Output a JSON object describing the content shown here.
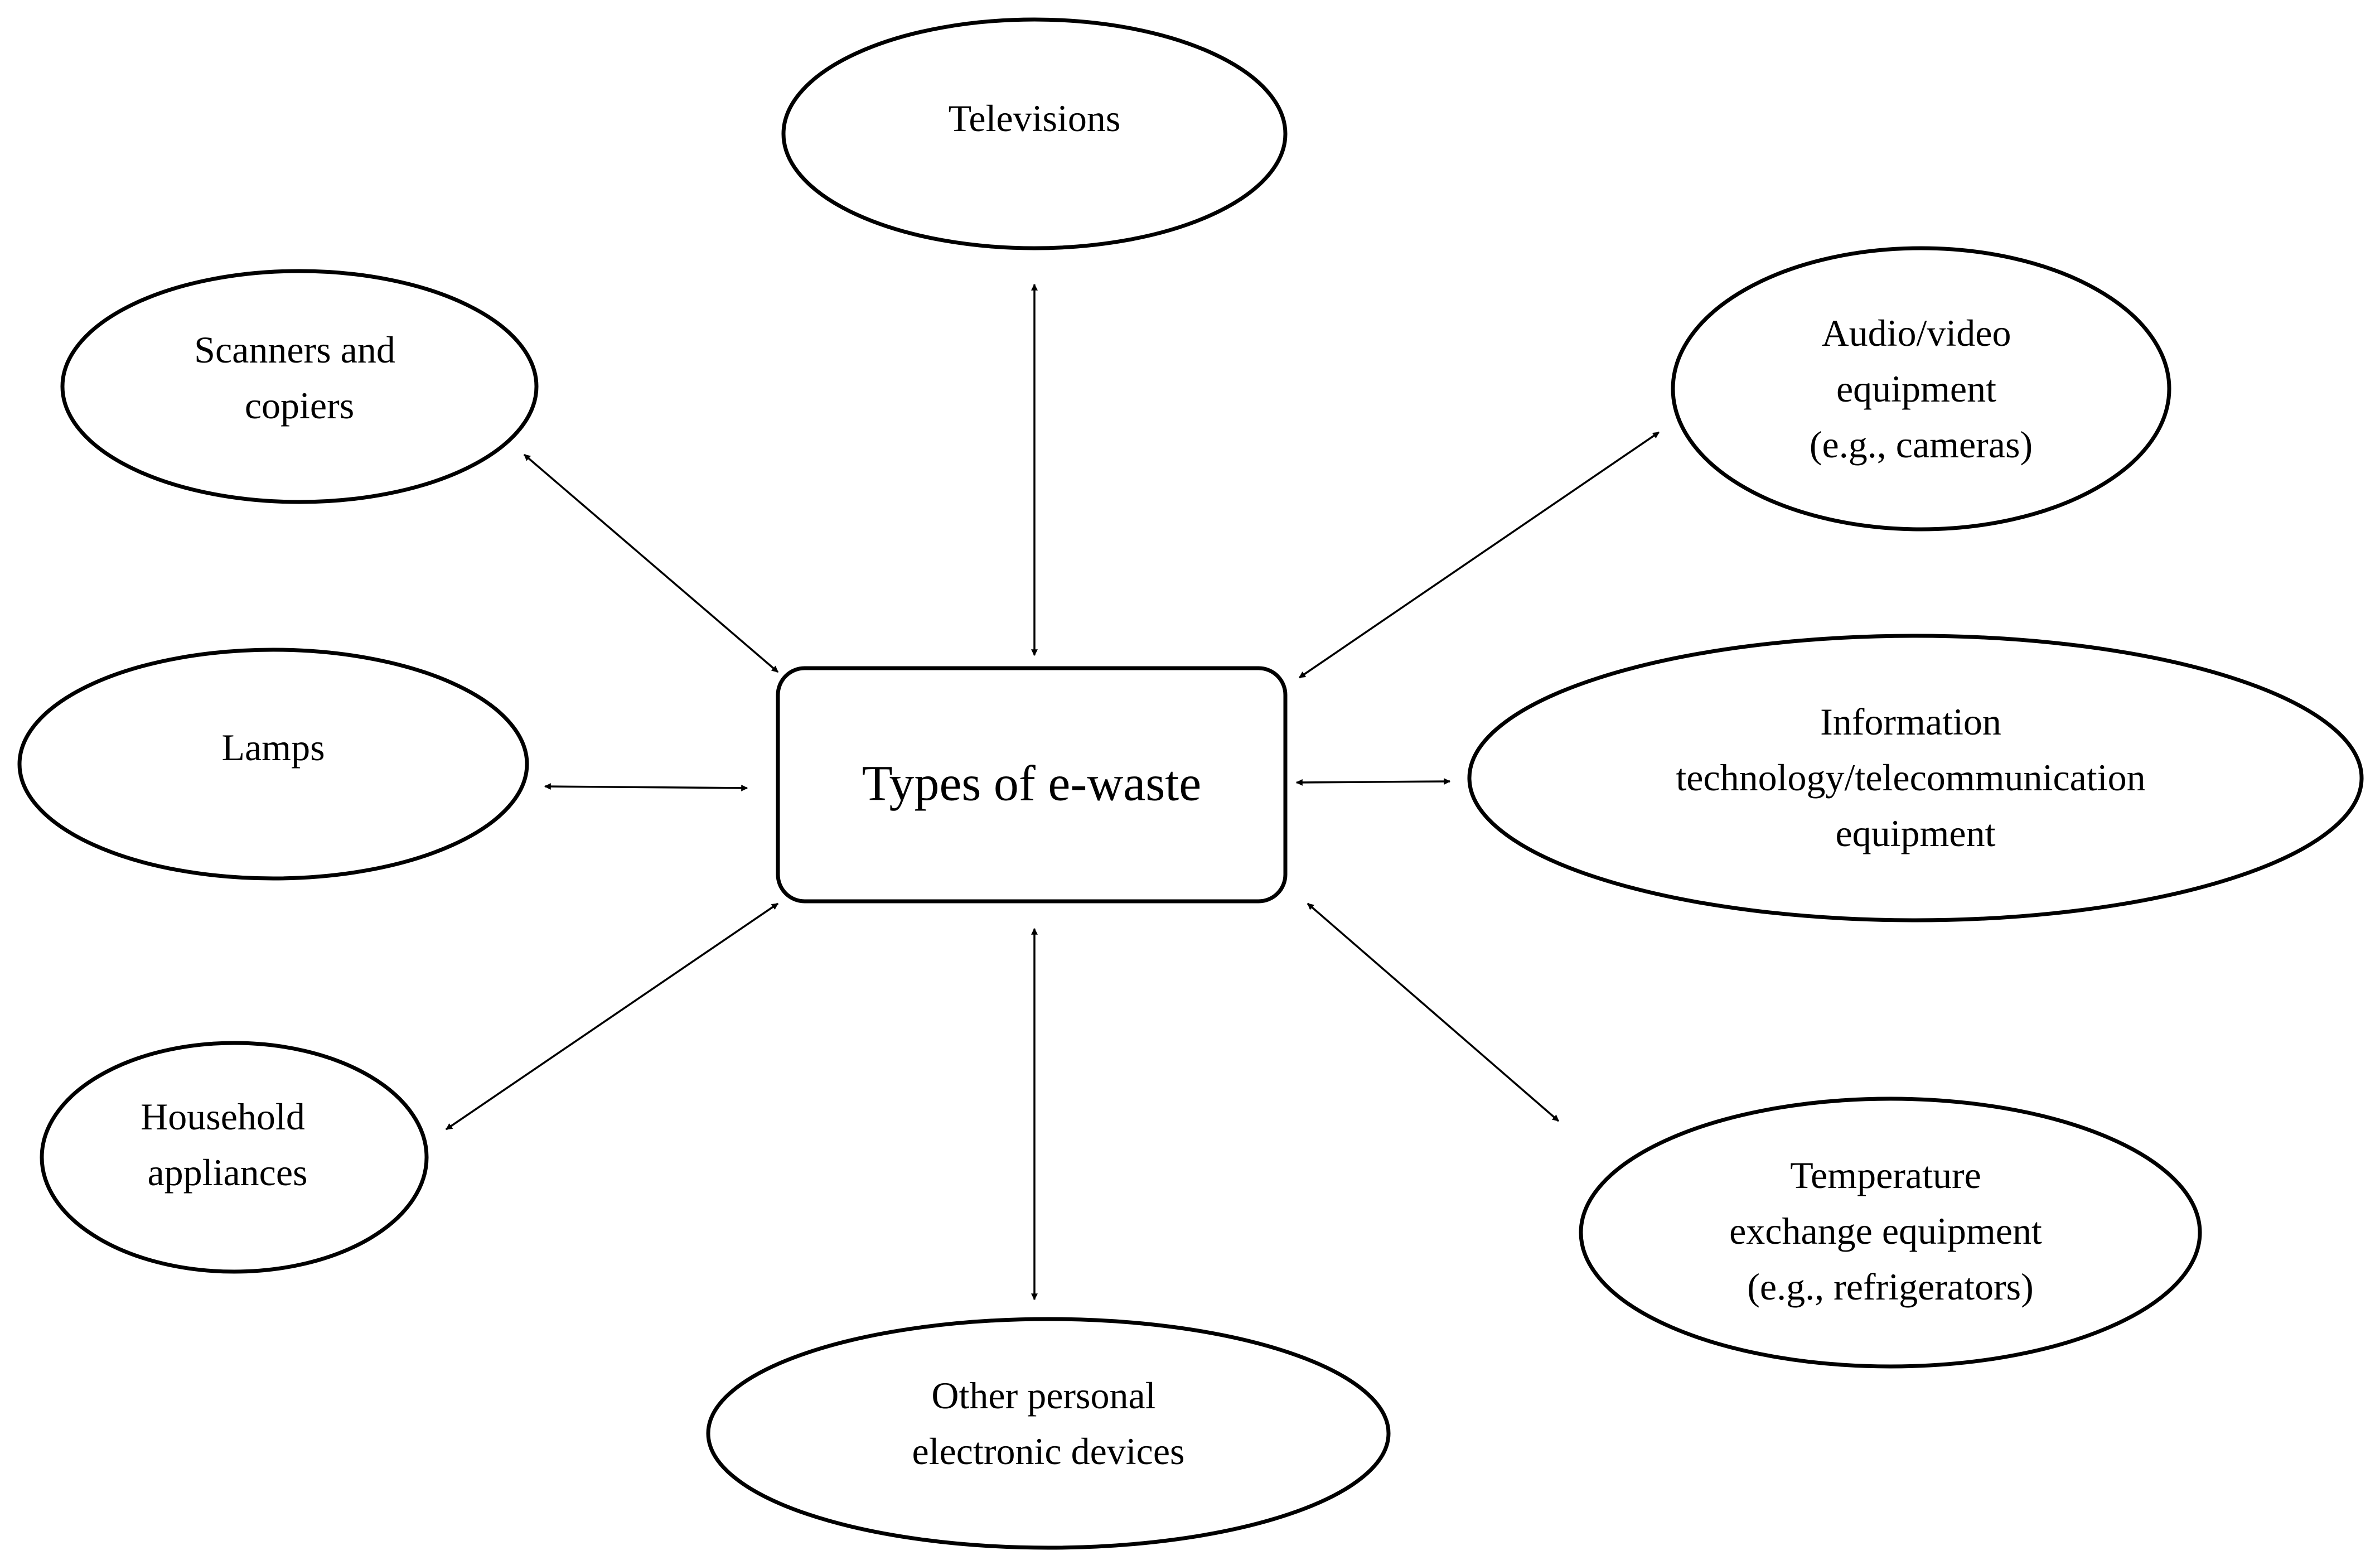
{
  "diagram": {
    "center": {
      "label": "Types of e-waste"
    },
    "nodes": [
      {
        "id": "televisions",
        "lines": [
          "Televisions"
        ]
      },
      {
        "id": "audio-video",
        "lines": [
          "Audio/video",
          "equipment",
          "(e.g., cameras)"
        ]
      },
      {
        "id": "it-telecom",
        "lines": [
          "Information",
          "technology/telecommunication",
          "equipment"
        ]
      },
      {
        "id": "temperature-exchange",
        "lines": [
          "Temperature",
          "exchange equipment",
          "(e.g., refrigerators)"
        ]
      },
      {
        "id": "other-personal",
        "lines": [
          "Other personal",
          "electronic devices"
        ]
      },
      {
        "id": "household",
        "lines": [
          "Household",
          "appliances"
        ]
      },
      {
        "id": "lamps",
        "lines": [
          "Lamps"
        ]
      },
      {
        "id": "scanners-copiers",
        "lines": [
          "Scanners and",
          "copiers"
        ]
      }
    ],
    "connections": "bidirectional"
  }
}
